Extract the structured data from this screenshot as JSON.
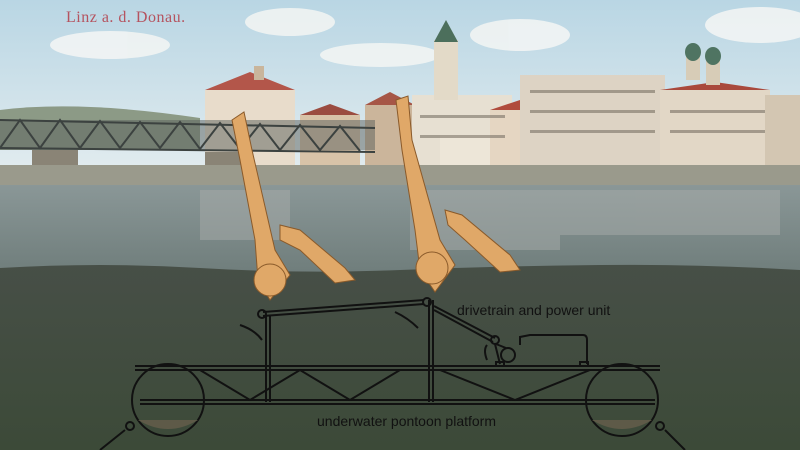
{
  "postcard": {
    "title": "Linz a. d. Donau."
  },
  "labels": {
    "drivetrain": "drivetrain and power unit",
    "pontoon": "underwater pontoon platform"
  },
  "colors": {
    "sky": "#cfe3ec",
    "water": "#7d8c8c",
    "underwater": "#3e4a3b",
    "title": "#b5535f",
    "legs": "#e0a868",
    "line": "#111111"
  }
}
